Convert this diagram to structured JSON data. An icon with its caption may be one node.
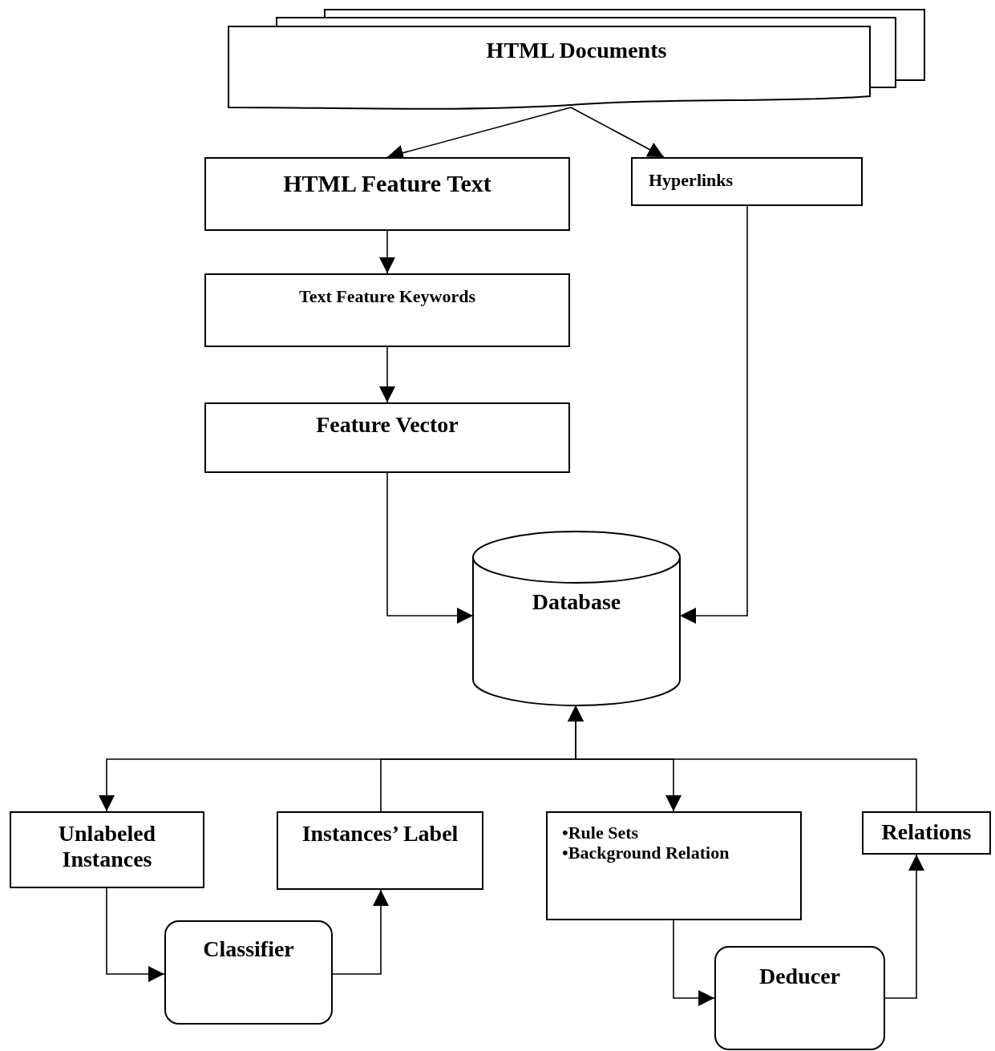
{
  "diagram": {
    "nodes": [
      {
        "text": [
          "HTML Documents"
        ]
      },
      {
        "text": [
          "HTML Feature Text"
        ]
      },
      {
        "text": [
          "Hyperlinks"
        ]
      },
      {
        "text": [
          "Text Feature Keywords"
        ]
      },
      {
        "text": [
          "Feature Vector"
        ]
      },
      {
        "text": [
          "Database"
        ]
      },
      {
        "text": [
          "Unlabeled Instances"
        ]
      },
      {
        "text": [
          "Instances’ Label"
        ]
      },
      {
        "text": [
          "•Rule Sets",
          "•Background Relation"
        ]
      },
      {
        "text": [
          "Relations"
        ]
      },
      {
        "text": [
          "Classifier"
        ]
      },
      {
        "text": [
          "Deducer"
        ]
      }
    ],
    "edges": [
      {
        "from": 0,
        "to": 1,
        "arrow": "to"
      },
      {
        "from": 0,
        "to": 2,
        "arrow": "to"
      },
      {
        "from": 1,
        "to": 3,
        "arrow": "to"
      },
      {
        "from": 3,
        "to": 4,
        "arrow": "to"
      },
      {
        "from": 4,
        "to": 5,
        "arrow": "to"
      },
      {
        "from": 2,
        "to": 5,
        "arrow": "to"
      },
      {
        "from": 5,
        "to": 6,
        "arrow": "to"
      },
      {
        "from": 7,
        "to": 5,
        "arrow": "to"
      },
      {
        "from": 5,
        "to": 8,
        "arrow": "to"
      },
      {
        "from": 9,
        "to": 5,
        "arrow": "to"
      },
      {
        "from": 6,
        "to": 10,
        "arrow": "to"
      },
      {
        "from": 10,
        "to": 7,
        "arrow": "to"
      },
      {
        "from": 8,
        "to": 11,
        "arrow": "to"
      },
      {
        "from": 11,
        "to": 9,
        "arrow": "to"
      }
    ]
  }
}
